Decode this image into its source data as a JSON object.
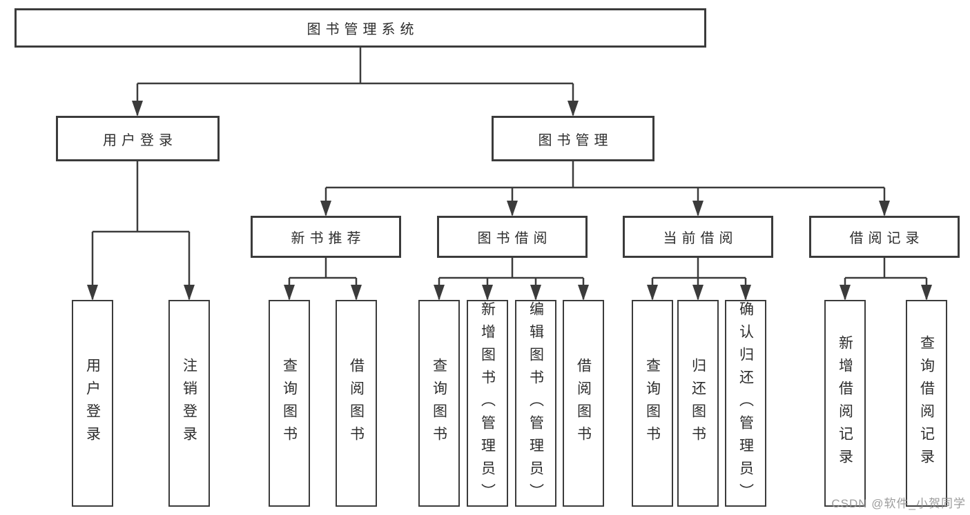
{
  "diagram": {
    "title": "图书管理系统",
    "root": {
      "label": "图书管理系统"
    },
    "level2": {
      "user_login": "用户登录",
      "book_management": "图书管理"
    },
    "level3": {
      "new_book_recommend": "新书推荐",
      "book_borrow": "图书借阅",
      "current_borrow": "当前借阅",
      "borrow_records": "借阅记录"
    },
    "leaves": {
      "user_login": [
        "用户登录",
        "注销登录"
      ],
      "new_book_recommend": [
        "查询图书",
        "借阅图书"
      ],
      "book_borrow": [
        "查询图书",
        "新增图书（管理员）",
        "编辑图书（管理员）",
        "借阅图书"
      ],
      "current_borrow": [
        "查询图书",
        "归还图书",
        "确认归还（管理员）"
      ],
      "borrow_records": [
        "新增借阅记录",
        "查询借阅记录"
      ]
    }
  },
  "watermark": "CSDN @软件_小贺同学",
  "colors": {
    "line": "#3b3b3b",
    "text": "#2d2d2d",
    "background": "#ffffff",
    "watermark": "#919191"
  }
}
